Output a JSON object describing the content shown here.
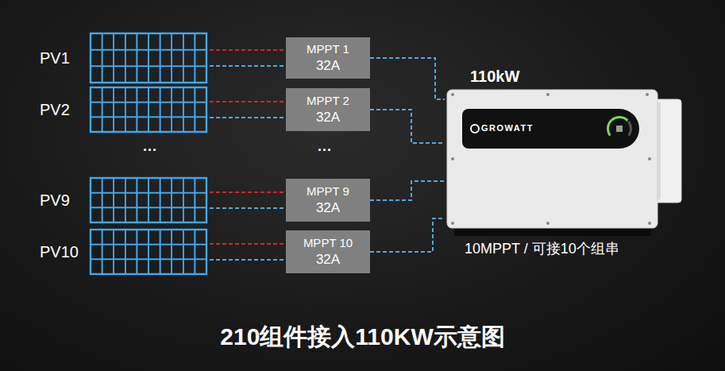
{
  "diagram": {
    "title": "210组件接入110KW示意图",
    "nodes": [
      {
        "text": [
          "PV1"
        ]
      },
      {
        "text": [
          "PV2"
        ]
      },
      {
        "text": [
          "PV9"
        ]
      },
      {
        "text": [
          "PV10"
        ]
      },
      {
        "text": [
          "MPPT 1",
          "32A"
        ]
      },
      {
        "text": [
          "MPPT 2",
          "32A"
        ]
      },
      {
        "text": [
          "MPPT 9",
          "32A"
        ]
      },
      {
        "text": [
          "MPPT 10",
          "32A"
        ]
      },
      {
        "text": [
          "110kW",
          "GROWATT",
          "10MPPT / 可接10个组串"
        ]
      }
    ],
    "edges": [
      {
        "from": 0,
        "to": 4,
        "arrow": "none"
      },
      {
        "from": 0,
        "to": 4,
        "arrow": "none"
      },
      {
        "from": 1,
        "to": 5,
        "arrow": "none"
      },
      {
        "from": 1,
        "to": 5,
        "arrow": "none"
      },
      {
        "from": 2,
        "to": 6,
        "arrow": "none"
      },
      {
        "from": 2,
        "to": 6,
        "arrow": "none"
      },
      {
        "from": 3,
        "to": 7,
        "arrow": "none"
      },
      {
        "from": 3,
        "to": 7,
        "arrow": "none"
      },
      {
        "from": 4,
        "to": 8,
        "arrow": "none"
      },
      {
        "from": 5,
        "to": 8,
        "arrow": "none"
      },
      {
        "from": 6,
        "to": 8,
        "arrow": "none"
      },
      {
        "from": 7,
        "to": 8,
        "arrow": "none"
      }
    ],
    "labels": [
      "...",
      "..."
    ]
  }
}
